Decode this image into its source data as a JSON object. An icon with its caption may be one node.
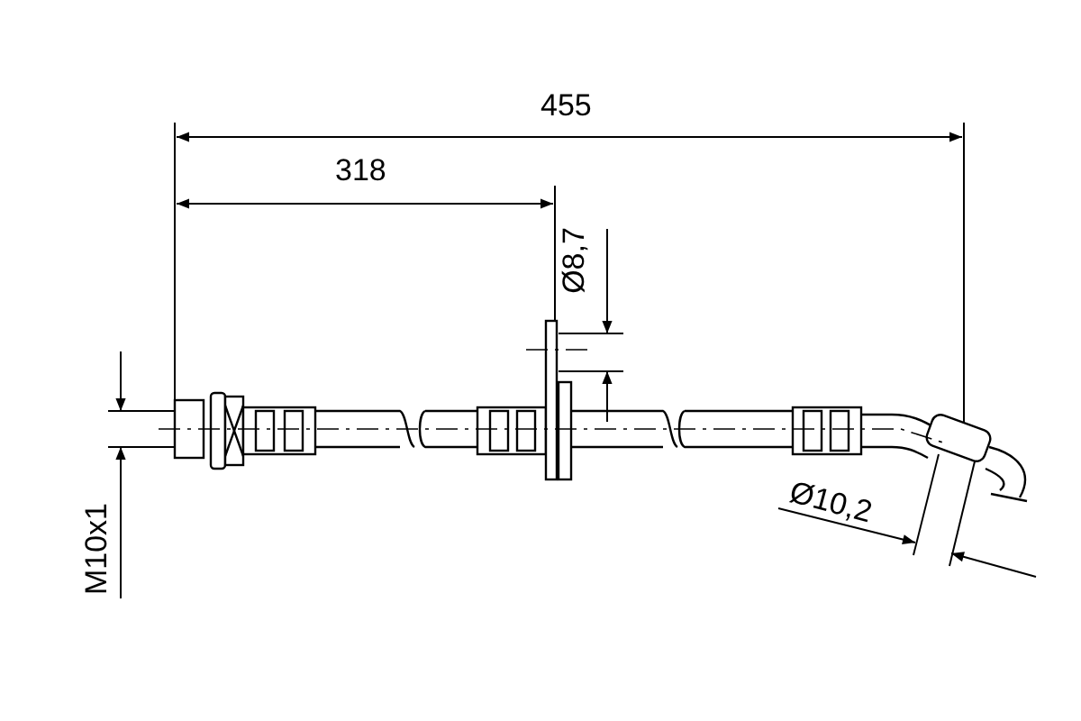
{
  "diagram": {
    "labels": [
      "455",
      "318",
      "Ø8,7",
      "Ø10,2",
      "M10x1"
    ]
  }
}
